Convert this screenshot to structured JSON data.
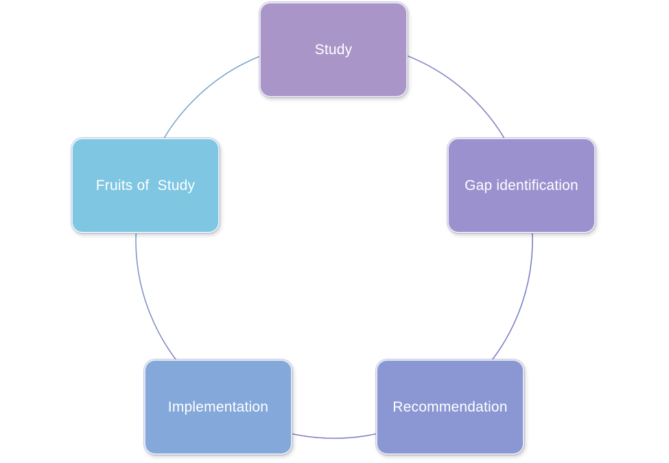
{
  "diagram": {
    "type": "cycle",
    "nodes": [
      {
        "id": "study",
        "label": "Study",
        "color": "#a995c8"
      },
      {
        "id": "gap",
        "label": "Gap identification",
        "color": "#9b91cf"
      },
      {
        "id": "recommendation",
        "label": "Recommendation",
        "color": "#8b97d3"
      },
      {
        "id": "implementation",
        "label": "Implementation",
        "color": "#84a8da"
      },
      {
        "id": "fruits",
        "label": "Fruits of  Study",
        "color": "#7ec6e1"
      }
    ],
    "connector_colors": [
      "#8b7fc0",
      "#8a86c6",
      "#8e8fcc",
      "#8aa6d6",
      "#7bb6d7"
    ]
  }
}
